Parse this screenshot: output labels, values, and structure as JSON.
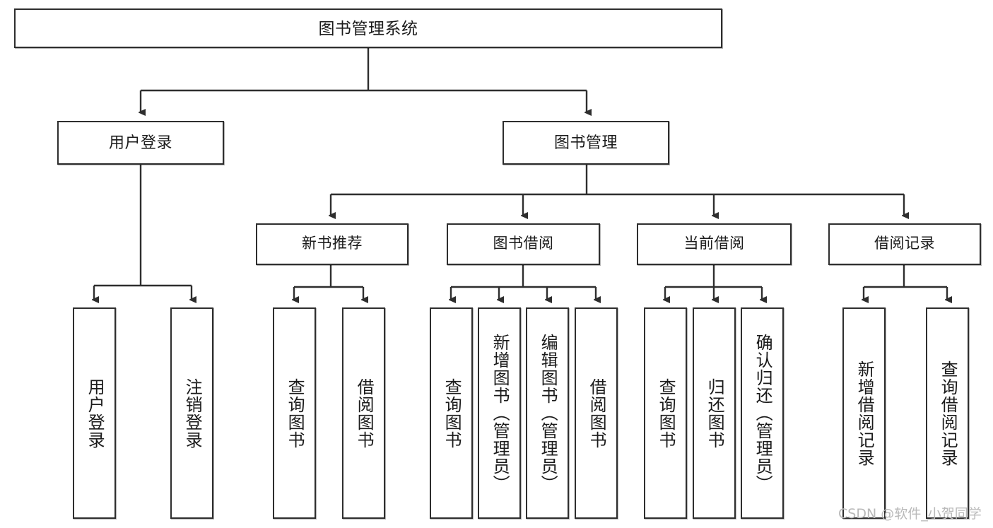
{
  "diagram": {
    "title": "图书管理系统",
    "type": "tree",
    "watermark": "CSDN @软件_小贺同学",
    "colors": {
      "box_border": "#2e2e2e",
      "box_fill": "#ffffff",
      "text": "#1b1b1b",
      "connector": "#2e2e2e",
      "watermark": "#b9b9b9",
      "background": "#ffffff"
    },
    "nodes": {
      "root": {
        "label": "图书管理系统"
      },
      "level2": [
        {
          "id": "user-login",
          "label": "用户登录"
        },
        {
          "id": "book-management",
          "label": "图书管理"
        }
      ],
      "level3": [
        {
          "id": "new-book-recommend",
          "label": "新书推荐",
          "parent": "book-management"
        },
        {
          "id": "book-borrow",
          "label": "图书借阅",
          "parent": "book-management"
        },
        {
          "id": "current-borrow",
          "label": "当前借阅",
          "parent": "book-management"
        },
        {
          "id": "borrow-record",
          "label": "借阅记录",
          "parent": "book-management"
        }
      ],
      "leaves": [
        {
          "id": "leaf-user-login",
          "label": "用户登录",
          "parent": "user-login"
        },
        {
          "id": "leaf-logout",
          "label": "注销登录",
          "parent": "user-login"
        },
        {
          "id": "leaf-query-book-1",
          "label": "查询图书",
          "parent": "new-book-recommend"
        },
        {
          "id": "leaf-borrow-book-1",
          "label": "借阅图书",
          "parent": "new-book-recommend"
        },
        {
          "id": "leaf-query-book-2",
          "label": "查询图书",
          "parent": "book-borrow"
        },
        {
          "id": "leaf-add-book",
          "label": "新增图书（管理员）",
          "parent": "book-borrow"
        },
        {
          "id": "leaf-edit-book",
          "label": "编辑图书（管理员）",
          "parent": "book-borrow"
        },
        {
          "id": "leaf-borrow-book-2",
          "label": "借阅图书",
          "parent": "book-borrow"
        },
        {
          "id": "leaf-query-book-3",
          "label": "查询图书",
          "parent": "current-borrow"
        },
        {
          "id": "leaf-return-book",
          "label": "归还图书",
          "parent": "current-borrow"
        },
        {
          "id": "leaf-confirm-return",
          "label": "确认归还（管理员）",
          "parent": "current-borrow"
        },
        {
          "id": "leaf-add-record",
          "label": "新增借阅记录",
          "parent": "borrow-record"
        },
        {
          "id": "leaf-query-record",
          "label": "查询借阅记录",
          "parent": "borrow-record"
        }
      ]
    }
  }
}
